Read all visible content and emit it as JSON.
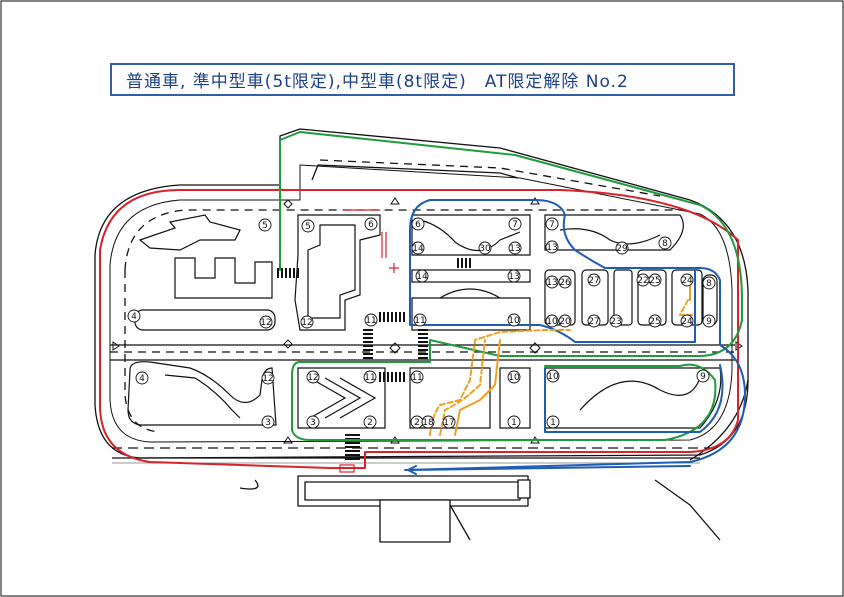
{
  "title": "普通車, 準中型車(5t限定),中型車(8t限定)　AT限定解除 No.2",
  "route_colors": {
    "red": "#d9232a",
    "green": "#1f9a3c",
    "blue": "#1f5db3",
    "orange": "#f0a020",
    "title_border": "#2e5fa8"
  },
  "point_labels": [
    {
      "id": "p5a",
      "text": "5"
    },
    {
      "id": "p4a",
      "text": "4"
    },
    {
      "id": "p12a",
      "text": "12"
    },
    {
      "id": "p5b",
      "text": "5"
    },
    {
      "id": "p6a",
      "text": "6"
    },
    {
      "id": "p12b",
      "text": "12"
    },
    {
      "id": "p11a",
      "text": "11"
    },
    {
      "id": "p6b",
      "text": "6"
    },
    {
      "id": "p14a",
      "text": "14"
    },
    {
      "id": "p30",
      "text": "30"
    },
    {
      "id": "p7a",
      "text": "7"
    },
    {
      "id": "p13a",
      "text": "13"
    },
    {
      "id": "p14b",
      "text": "14"
    },
    {
      "id": "p13b",
      "text": "13"
    },
    {
      "id": "p11b",
      "text": "11"
    },
    {
      "id": "p10a",
      "text": "10"
    },
    {
      "id": "p7b",
      "text": "7"
    },
    {
      "id": "p13c",
      "text": "13"
    },
    {
      "id": "p29",
      "text": "29"
    },
    {
      "id": "p8a",
      "text": "8"
    },
    {
      "id": "p13d",
      "text": "13"
    },
    {
      "id": "p26a",
      "text": "26"
    },
    {
      "id": "p27a",
      "text": "27"
    },
    {
      "id": "p22a",
      "text": "22"
    },
    {
      "id": "p25a",
      "text": "25"
    },
    {
      "id": "p24a",
      "text": "24"
    },
    {
      "id": "p8b",
      "text": "8"
    },
    {
      "id": "p10b",
      "text": "10"
    },
    {
      "id": "p20",
      "text": "20"
    },
    {
      "id": "p27b",
      "text": "27"
    },
    {
      "id": "p23",
      "text": "23"
    },
    {
      "id": "p25b",
      "text": "25"
    },
    {
      "id": "p24b",
      "text": "24"
    },
    {
      "id": "p9a",
      "text": "9"
    },
    {
      "id": "p4b",
      "text": "4"
    },
    {
      "id": "p12c",
      "text": "12"
    },
    {
      "id": "p3a",
      "text": "3"
    },
    {
      "id": "p12d",
      "text": "12"
    },
    {
      "id": "p11c",
      "text": "11"
    },
    {
      "id": "p3b",
      "text": "3"
    },
    {
      "id": "p2a",
      "text": "2"
    },
    {
      "id": "p11d",
      "text": "11"
    },
    {
      "id": "p2b",
      "text": "2"
    },
    {
      "id": "p18",
      "text": "18"
    },
    {
      "id": "p17",
      "text": "17"
    },
    {
      "id": "p10c",
      "text": "10"
    },
    {
      "id": "p1a",
      "text": "1"
    },
    {
      "id": "p10d",
      "text": "10"
    },
    {
      "id": "p1b",
      "text": "1"
    },
    {
      "id": "p9b",
      "text": "9"
    }
  ]
}
